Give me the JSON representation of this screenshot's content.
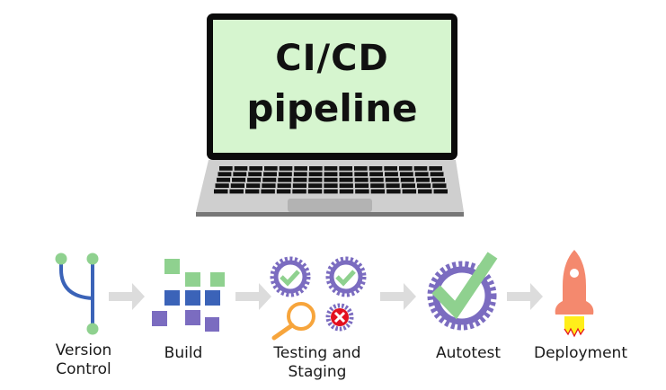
{
  "laptop": {
    "title_line1": "CI/CD",
    "title_line2": "pipeline",
    "screen_color": "#d6f5cf"
  },
  "stages": [
    {
      "label_line1": "Version",
      "label_line2": "Control",
      "icon": "git-branch-icon"
    },
    {
      "label_line1": "Build",
      "icon": "build-blocks-icon"
    },
    {
      "label_line1": "Testing and",
      "label_line2": "Staging",
      "icon": "testing-gears-icon"
    },
    {
      "label_line1": "Autotest",
      "icon": "gear-check-icon"
    },
    {
      "label_line1": "Deployment",
      "icon": "rocket-icon"
    }
  ],
  "colors": {
    "green": "#8fd18f",
    "blue": "#3b63b8",
    "purple": "#7b6cc0",
    "arrow": "#dcdcdc",
    "rocket": "#f4896e",
    "error": "#e3101f",
    "magnifier": "#f7a53c"
  }
}
